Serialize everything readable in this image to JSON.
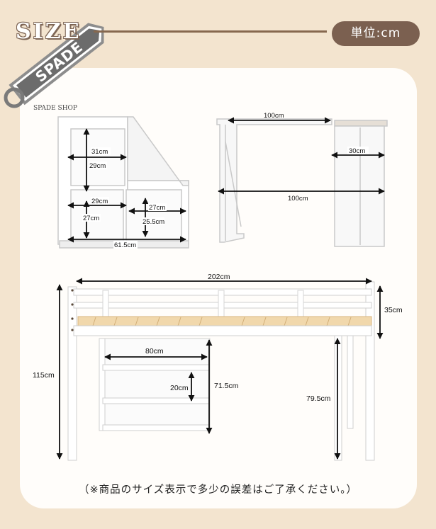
{
  "header": {
    "title": "SIZE",
    "unit_badge": "単位:cm"
  },
  "logo": {
    "text": "SPADE",
    "shop_name": "SPADE SHOP"
  },
  "staircase": {
    "label_width_top": "31cm",
    "label_height_top": "29cm",
    "label_width_mid": "29cm",
    "label_height_mid": "27cm",
    "label_width_right": "27cm",
    "label_height_right": "25.5cm",
    "label_total_width": "61.5cm"
  },
  "desk": {
    "label_top_width": "100cm",
    "label_depth": "30cm",
    "label_bottom_width": "100cm"
  },
  "bed": {
    "label_length": "202cm",
    "label_rail_height": "35cm",
    "label_total_height": "115cm",
    "label_shelf_width": "80cm",
    "label_shelf_gap": "20cm",
    "label_shelf_height": "71.5cm",
    "label_clearance": "79.5cm"
  },
  "footer": {
    "note": "（※商品のサイズ表示で多少の誤差はご了承ください。）"
  }
}
